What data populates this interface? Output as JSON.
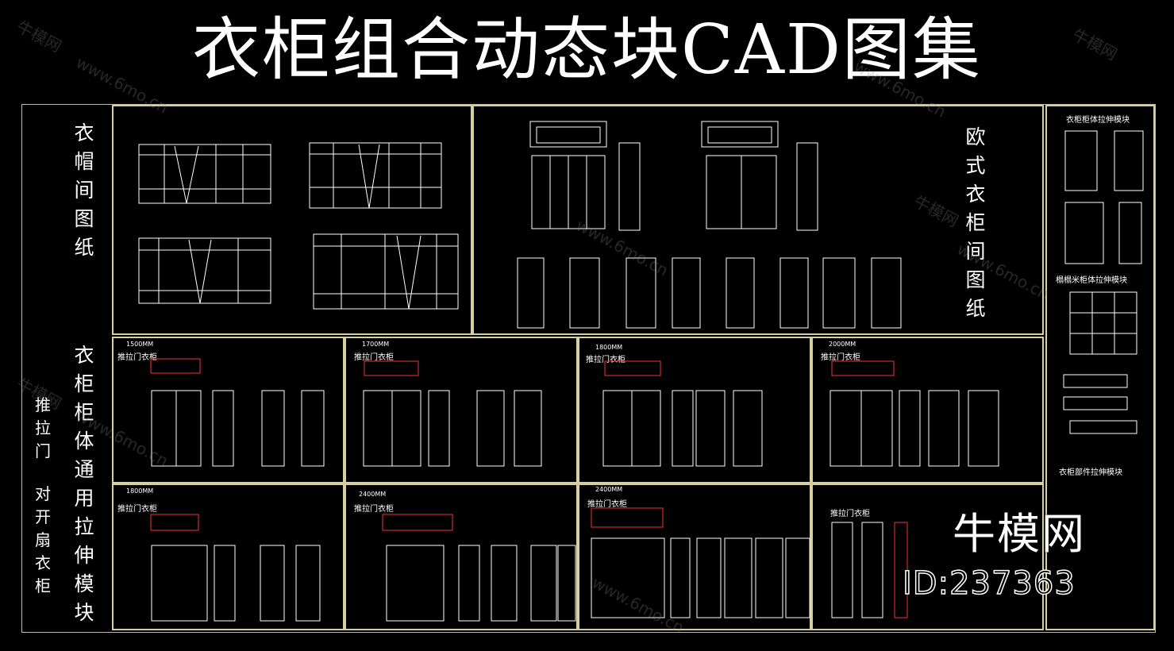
{
  "title": "衣柜组合动态块CAD图集",
  "left_labels": {
    "hat_room": "衣帽间图纸",
    "general_module": "衣柜柜体通用拉伸模块",
    "sliding_door": "推拉门",
    "double_door": "对开扇衣柜"
  },
  "euro_label": "欧式衣柜间图纸",
  "right_labels": {
    "cabinet_stretch": "衣柜柜体拉伸模块",
    "tatami_stretch": "榻榻米柜体拉伸模块",
    "parts_stretch": "衣柜部件拉伸模块"
  },
  "wardrobe_cells": [
    {
      "size": "1500MM",
      "label": "推拉门衣柜"
    },
    {
      "size": "1700MM",
      "label": "推拉门衣柜"
    },
    {
      "size": "1800MM",
      "label": "推拉门衣柜"
    },
    {
      "size": "2000MM",
      "label": "推拉门衣柜"
    },
    {
      "size": "1800MM",
      "label": "推拉门衣柜"
    },
    {
      "size": "2400MM",
      "label": "推拉门衣柜"
    },
    {
      "size": "2400MM",
      "label": "推拉门衣柜"
    },
    {
      "size": "",
      "label": "推拉门衣柜"
    }
  ],
  "watermark": {
    "cn": "牛模网",
    "url": "www.6mo.cn"
  },
  "brand": {
    "name": "牛模网",
    "id": "ID:237363"
  }
}
